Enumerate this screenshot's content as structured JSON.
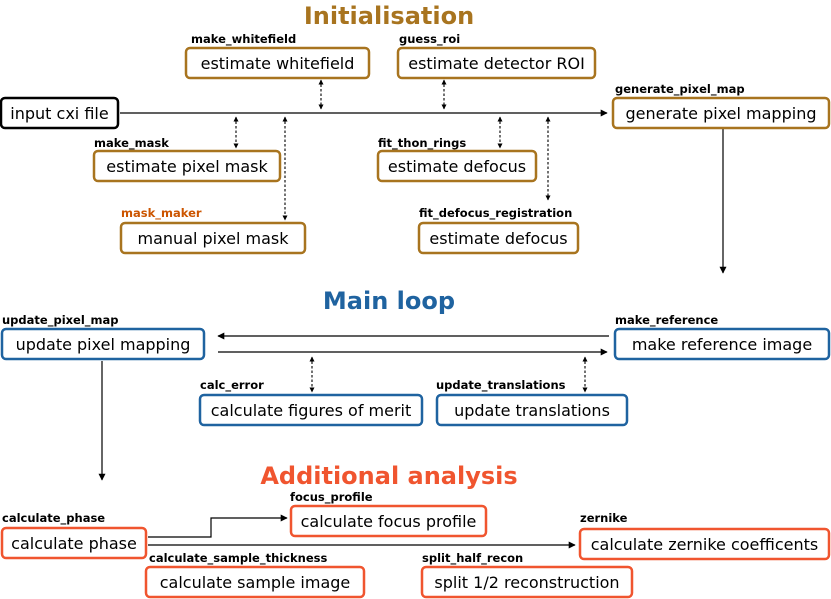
{
  "colors": {
    "initialisation": "#a8741f",
    "main_loop": "#1f63a0",
    "additional": "#f0552f",
    "input": "#000000",
    "mask_maker_label": "#cc5500"
  },
  "sections": {
    "initialisation": "Initialisation",
    "main_loop": "Main loop",
    "additional": "Additional analysis"
  },
  "nodes": {
    "input": {
      "label": "input cxi file"
    },
    "make_whitefield": {
      "function": "make_whitefield",
      "label": "estimate whitefield"
    },
    "guess_roi": {
      "function": "guess_roi",
      "label": "estimate detector ROI"
    },
    "generate_pixel_map": {
      "function": "generate_pixel_map",
      "label": "generate pixel mapping"
    },
    "make_mask": {
      "function": "make_mask",
      "label": "estimate pixel mask"
    },
    "fit_thon_rings": {
      "function": "fit_thon_rings",
      "label": "estimate defocus"
    },
    "mask_maker": {
      "function": "mask_maker",
      "label": "manual pixel mask"
    },
    "fit_defocus_registration": {
      "function": "fit_defocus_registration",
      "label": "estimate defocus"
    },
    "update_pixel_map": {
      "function": "update_pixel_map",
      "label": "update pixel mapping"
    },
    "make_reference": {
      "function": "make_reference",
      "label": "make reference image"
    },
    "calc_error": {
      "function": "calc_error",
      "label": "calculate figures of merit"
    },
    "update_translations": {
      "function": "update_translations",
      "label": "update translations"
    },
    "calculate_phase": {
      "function": "calculate_phase",
      "label": "calculate phase"
    },
    "focus_profile": {
      "function": "focus_profile",
      "label": "calculate focus profile"
    },
    "zernike": {
      "function": "zernike",
      "label": "calculate zernike coefficents"
    },
    "calculate_sample_thickness": {
      "function": "calculate_sample_thickness",
      "label": "calculate sample image"
    },
    "split_half_recon": {
      "function": "split_half_recon",
      "label": "split 1/2 reconstruction"
    }
  }
}
